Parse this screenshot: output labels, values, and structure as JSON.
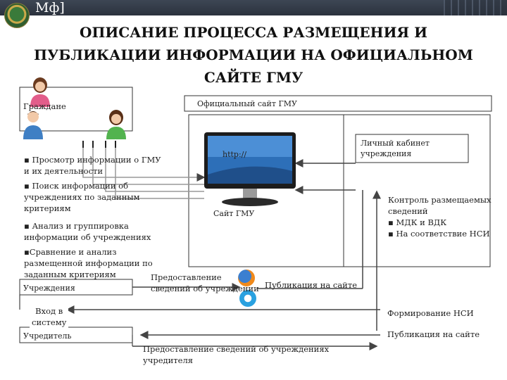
{
  "header": {
    "logo_text": "Мф]"
  },
  "title": {
    "line1": "ОПИСАНИЕ ПРОЦЕССА РАЗМЕЩЕНИЯ И",
    "line2": "ПУБЛИКАЦИИ ИНФОРМАЦИИ НА ОФИЦИАЛЬНОМ",
    "line3": "САЙТЕ ГМУ"
  },
  "citizens_label": "Граждане",
  "official_site_label": "Официальный сайт ГМУ",
  "cabinet_label": {
    "line1": "Личный кабинет",
    "line2": "учреждения"
  },
  "url_text": "http://",
  "site_caption": "Сайт ГМУ",
  "left_items": [
    {
      "line1": "▪ Просмотр информации о ГМУ",
      "line2": "и их деятельности"
    },
    {
      "line1": "▪ Поиск информации об",
      "line2": "учреждениях по заданным",
      "line3": "критериям"
    },
    {
      "line1": "▪ Анализ и группировка",
      "line2": "информации об учреждениях"
    },
    {
      "line1": "▪Сравнение и анализ",
      "line2": "размещенной информации по",
      "line3": "заданным критериям"
    }
  ],
  "control": {
    "line1": "Контроль размещаемых",
    "line2": "сведений",
    "item1": "▪ МДК и ВДК",
    "item2": "▪ На соответствие НСИ"
  },
  "institutions_label": "Учреждения",
  "provide_institution": {
    "line1": "Предоставление",
    "line2": "сведений об учреждении"
  },
  "publish_site": "Публикация на сайте",
  "login": {
    "line1": "Вход в",
    "line2": "систему"
  },
  "nsi_forming": "Формирование НСИ",
  "founder_label": "Учредитель",
  "publish_site2": "Публикация на сайте",
  "provide_founder": {
    "line1": "Предоставление сведений об учреждениях",
    "line2": "учредителя"
  },
  "colors": {
    "header_bg": "#2b323d",
    "arrow": "#555555",
    "title": "#111111"
  },
  "icons": [
    "person-female-icon",
    "person-male-icon",
    "monitor-icon",
    "firefox-icon",
    "internet-explorer-icon",
    "emblem-icon"
  ]
}
